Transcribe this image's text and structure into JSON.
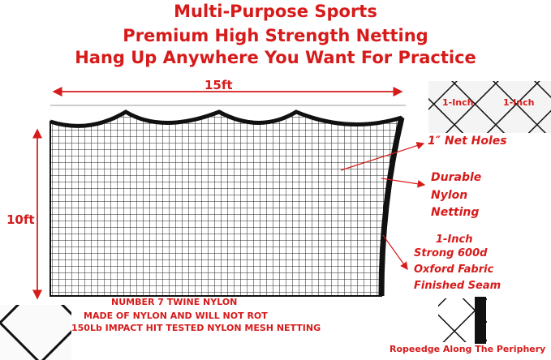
{
  "headline": {
    "line1": "Multi-Purpose Sports",
    "line2": "Premium High Strength Netting",
    "line3": "Hang Up Anywhere You Want For Practice"
  },
  "dimensions": {
    "width": "15ft",
    "height": "10ft"
  },
  "callouts": {
    "mesh_label_1": "1-Inch",
    "mesh_label_2": "1-Inch",
    "net_holes": "1″ Net Holes",
    "durable_1": "Durable",
    "durable_2": "Nylon",
    "durable_3": "Netting",
    "seam_1": "1-Inch",
    "seam_2": "Strong 600d",
    "seam_3": "Oxford Fabric",
    "seam_4": "Finished Seam",
    "ropeedge": "Ropeedge Along The Periphery"
  },
  "features": {
    "line1": "NUMBER 7 TWINE NYLON",
    "line2": "MADE OF NYLON AND WILL NOT ROT",
    "line3": "150Lb IMPACT HIT TESTED NYLON MESH NETTING"
  },
  "colors": {
    "accent": "#d71a1a",
    "net": "#111111"
  }
}
